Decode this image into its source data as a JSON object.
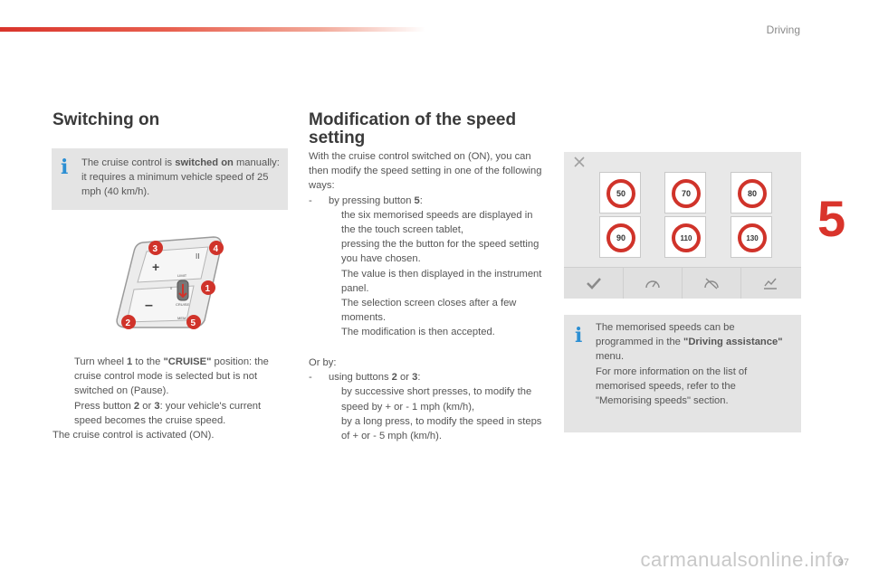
{
  "header": {
    "section": "Driving",
    "chapter_number": "5"
  },
  "left": {
    "title": "Switching on",
    "info": {
      "pre": "The cruise control is ",
      "strong": "switched on",
      "post": " manually: it requires a minimum vehicle speed of 25 mph (40 km/h)."
    },
    "image_labels": {
      "minus": "–",
      "limit": "LIMIT",
      "cruise": "CRUISE",
      "mem": "MEM",
      "zero": "0"
    },
    "steps": [
      {
        "marker": "",
        "a": "Turn wheel ",
        "b": "1",
        "c": " to the ",
        "d": "\"CRUISE\"",
        "e": " position: the cruise control mode is selected but is not switched on (Pause)."
      },
      {
        "marker": "",
        "a": "Press button ",
        "b": "2",
        "c": " or ",
        "d": "3",
        "e": ": your vehicle's current speed becomes the cruise speed."
      }
    ],
    "footer": "The cruise control is activated (ON)."
  },
  "middle": {
    "title_line1": "Modification of the speed",
    "title_line2": "setting",
    "intro": "With the cruise control switched on (ON), you can then modify the speed setting in one of the following ways:",
    "dash1": {
      "marker": "-",
      "pre": "by pressing button ",
      "btn": "5",
      "post": ":"
    },
    "sub1": [
      {
        "marker": "",
        "text": "the six memorised speeds are displayed in the the touch screen tablet,"
      },
      {
        "marker": "",
        "text": "pressing the the button for the speed setting you have chosen."
      }
    ],
    "notes": [
      "The value is then displayed in the instrument panel.",
      "The selection screen closes after a few moments.",
      "The modification is then accepted."
    ],
    "or_by": "Or by:",
    "dash2": {
      "marker": "-",
      "pre": "using buttons ",
      "b1": "2",
      "mid": " or ",
      "b2": "3",
      "post": ":"
    },
    "sub2": [
      {
        "marker": "",
        "text": "by successive short presses, to modify the speed by + or - 1 mph (km/h),"
      },
      {
        "marker": "",
        "text": "by a long press, to modify the speed in steps of + or - 5 mph (km/h)."
      }
    ]
  },
  "right": {
    "speeds": [
      "50",
      "70",
      "80",
      "90",
      "110",
      "130"
    ],
    "info": {
      "pre": "The memorised speeds can be programmed in the ",
      "strong": "\"Driving assistance\"",
      "post": " menu.",
      "more": "For more information on the list of memorised speeds, refer to the \"Memorising speeds\" section."
    }
  },
  "page_number": "97",
  "watermark": "carmanualsonline.info",
  "colors": {
    "accent": "#d9342b",
    "info": "#2c8fd3",
    "box": "#e4e4e4"
  }
}
